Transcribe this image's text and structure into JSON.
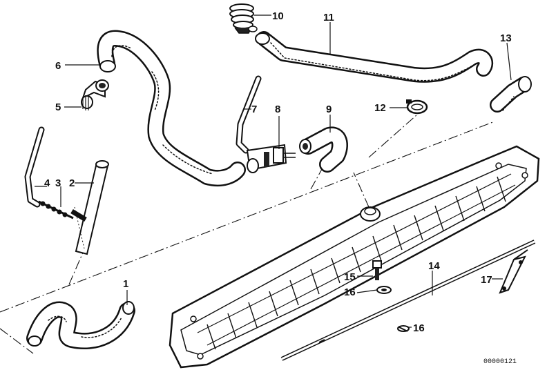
{
  "diagram": {
    "catalog_number": "00000121",
    "callouts": [
      {
        "id": "c1",
        "label": "1"
      },
      {
        "id": "c2",
        "label": "2"
      },
      {
        "id": "c3",
        "label": "3"
      },
      {
        "id": "c4",
        "label": "4"
      },
      {
        "id": "c5",
        "label": "5"
      },
      {
        "id": "c6",
        "label": "6"
      },
      {
        "id": "c7",
        "label": "7"
      },
      {
        "id": "c8",
        "label": "8"
      },
      {
        "id": "c9",
        "label": "9"
      },
      {
        "id": "c10",
        "label": "10"
      },
      {
        "id": "c11",
        "label": "11"
      },
      {
        "id": "c12",
        "label": "12"
      },
      {
        "id": "c13",
        "label": "13"
      },
      {
        "id": "c14",
        "label": "14"
      },
      {
        "id": "c15",
        "label": "15"
      },
      {
        "id": "c16a",
        "label": "16"
      },
      {
        "id": "c16b",
        "label": "16"
      },
      {
        "id": "c17",
        "label": "17"
      }
    ]
  }
}
